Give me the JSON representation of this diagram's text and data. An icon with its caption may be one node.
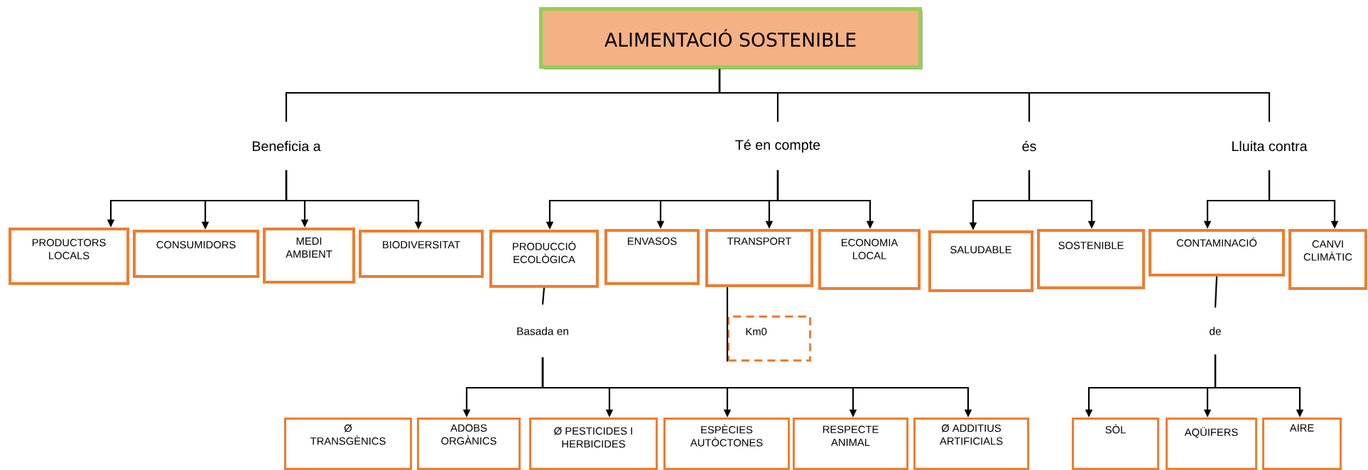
{
  "diagram": {
    "nodes": [
      {
        "text": [
          "ALIMENTACIÓ SOSTENIBLE"
        ]
      },
      {
        "text": [
          "Beneficia a"
        ]
      },
      {
        "text": [
          "Té en compte"
        ]
      },
      {
        "text": [
          "és"
        ]
      },
      {
        "text": [
          "Lluita contra"
        ]
      },
      {
        "text": [
          "PRODUCTORS LOCALS"
        ]
      },
      {
        "text": [
          "CONSUMIDORS"
        ]
      },
      {
        "text": [
          "MEDI AMBIENT"
        ]
      },
      {
        "text": [
          "BIODIVERSITAT"
        ]
      },
      {
        "text": [
          "PRODUCCIÓ ECOLÒGICA"
        ]
      },
      {
        "text": [
          "ENVASOS"
        ]
      },
      {
        "text": [
          "TRANSPORT"
        ]
      },
      {
        "text": [
          "ECONOMIA LOCAL"
        ]
      },
      {
        "text": [
          "SALUDABLE"
        ]
      },
      {
        "text": [
          "SOSTENIBLE"
        ]
      },
      {
        "text": [
          "CONTAMINACIÓ"
        ]
      },
      {
        "text": [
          "CANVI CLIMÀTIC"
        ]
      },
      {
        "text": [
          "Basada en"
        ]
      },
      {
        "text": [
          "Km0"
        ]
      },
      {
        "text": [
          "de"
        ]
      },
      {
        "text": [
          "Ø TRANSGÈNICS"
        ]
      },
      {
        "text": [
          "ADOBS ORGÀNICS"
        ]
      },
      {
        "text": [
          "Ø PESTICIDES I HERBICIDES"
        ]
      },
      {
        "text": [
          "ESPÈCIES AUTÒCTONES"
        ]
      },
      {
        "text": [
          "RESPECTE ANIMAL"
        ]
      },
      {
        "text": [
          "Ø ADDITIUS ARTIFICIALS"
        ]
      },
      {
        "text": [
          "SÒL"
        ]
      },
      {
        "text": [
          "AQÜIFERS"
        ]
      },
      {
        "text": [
          "AIRE"
        ]
      }
    ],
    "edges": [
      {
        "from": 0,
        "to": 1,
        "arrow": "none"
      },
      {
        "from": 0,
        "to": 2,
        "arrow": "none"
      },
      {
        "from": 0,
        "to": 3,
        "arrow": "none"
      },
      {
        "from": 0,
        "to": 4,
        "arrow": "none"
      },
      {
        "from": 1,
        "to": 5,
        "arrow": "to"
      },
      {
        "from": 1,
        "to": 6,
        "arrow": "to"
      },
      {
        "from": 1,
        "to": 7,
        "arrow": "to"
      },
      {
        "from": 1,
        "to": 8,
        "arrow": "to"
      },
      {
        "from": 2,
        "to": 9,
        "arrow": "to"
      },
      {
        "from": 2,
        "to": 10,
        "arrow": "to"
      },
      {
        "from": 2,
        "to": 11,
        "arrow": "to"
      },
      {
        "from": 2,
        "to": 12,
        "arrow": "to"
      },
      {
        "from": 3,
        "to": 13,
        "arrow": "to"
      },
      {
        "from": 3,
        "to": 14,
        "arrow": "to"
      },
      {
        "from": 4,
        "to": 15,
        "arrow": "to"
      },
      {
        "from": 4,
        "to": 16,
        "arrow": "to"
      },
      {
        "from": 9,
        "to": 17,
        "arrow": "none"
      },
      {
        "from": 11,
        "to": 18,
        "arrow": "none"
      },
      {
        "from": 15,
        "to": 19,
        "arrow": "none"
      },
      {
        "from": 17,
        "to": 21,
        "arrow": "to"
      },
      {
        "from": 17,
        "to": 22,
        "arrow": "to"
      },
      {
        "from": 17,
        "to": 23,
        "arrow": "to"
      },
      {
        "from": 17,
        "to": 24,
        "arrow": "to"
      },
      {
        "from": 17,
        "to": 25,
        "arrow": "to"
      },
      {
        "from": 19,
        "to": 26,
        "arrow": "to"
      },
      {
        "from": 19,
        "to": 27,
        "arrow": "to"
      },
      {
        "from": 19,
        "to": 28,
        "arrow": "to"
      }
    ]
  }
}
